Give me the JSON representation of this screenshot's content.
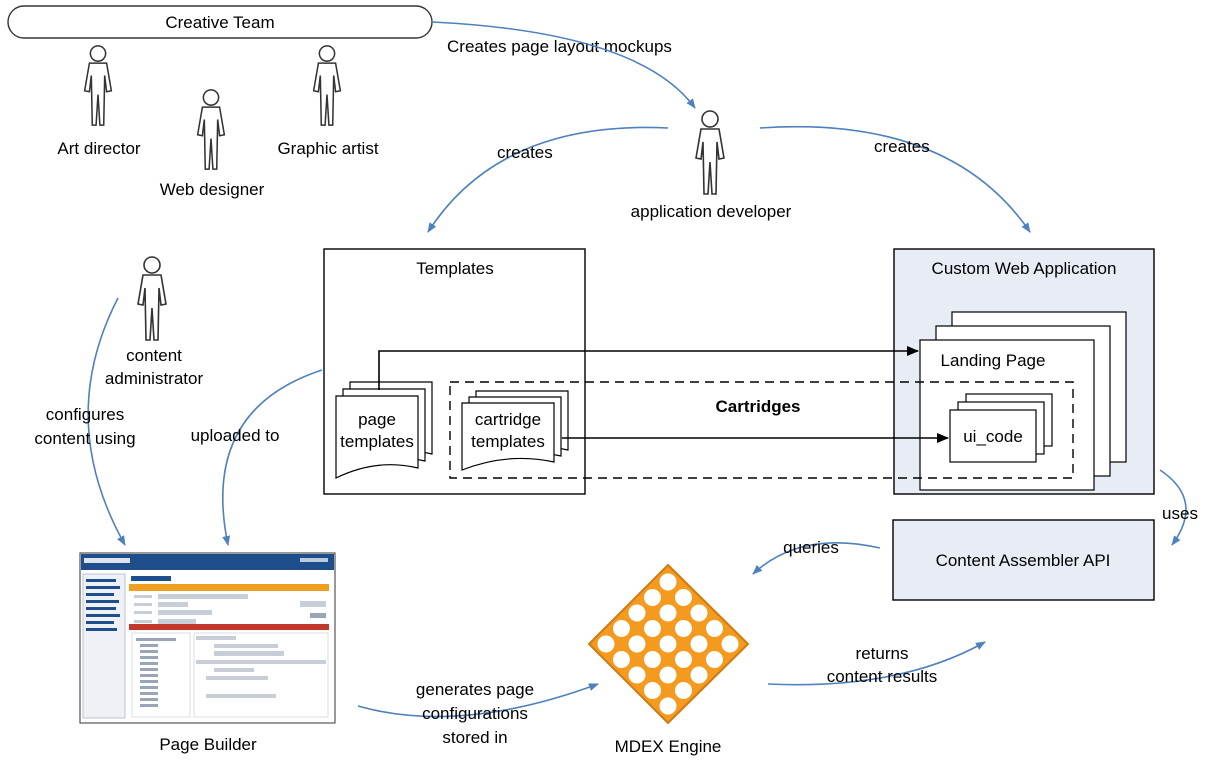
{
  "creative_team": {
    "title": "Creative Team",
    "members": [
      "Art director",
      "Web designer",
      "Graphic artist"
    ]
  },
  "actors": {
    "developer": "application developer",
    "content_admin_line1": "content",
    "content_admin_line2": "administrator"
  },
  "edges": {
    "mockups": "Creates page layout mockups",
    "creates_left": "creates",
    "creates_right": "creates",
    "configures_line1": "configures",
    "configures_line2": "content using",
    "uploaded_to": "uploaded to",
    "uses": "uses",
    "queries": "queries",
    "returns_line1": "returns",
    "returns_line2": "content results",
    "generates_line1": "generates page",
    "generates_line2": "configurations",
    "generates_line3": "stored in"
  },
  "templates_box": {
    "title": "Templates",
    "page_templates_line1": "page",
    "page_templates_line2": "templates",
    "cartridge_templates_line1": "cartridge",
    "cartridge_templates_line2": "templates"
  },
  "cartridges": {
    "label": "Cartridges"
  },
  "web_app": {
    "title": "Custom Web Application",
    "landing_page": "Landing Page",
    "ui_code": "ui_code"
  },
  "content_assembler": {
    "label": "Content Assembler API"
  },
  "mdex": {
    "label": "MDEX Engine"
  },
  "page_builder": {
    "label": "Page Builder"
  },
  "colors": {
    "arrow_blue": "#4f81bd",
    "box_fill": "#e8ecf5",
    "mdex_orange": "#f39a1f",
    "pb_orange": "#f0a020",
    "pb_header": "#1f4e8c"
  }
}
